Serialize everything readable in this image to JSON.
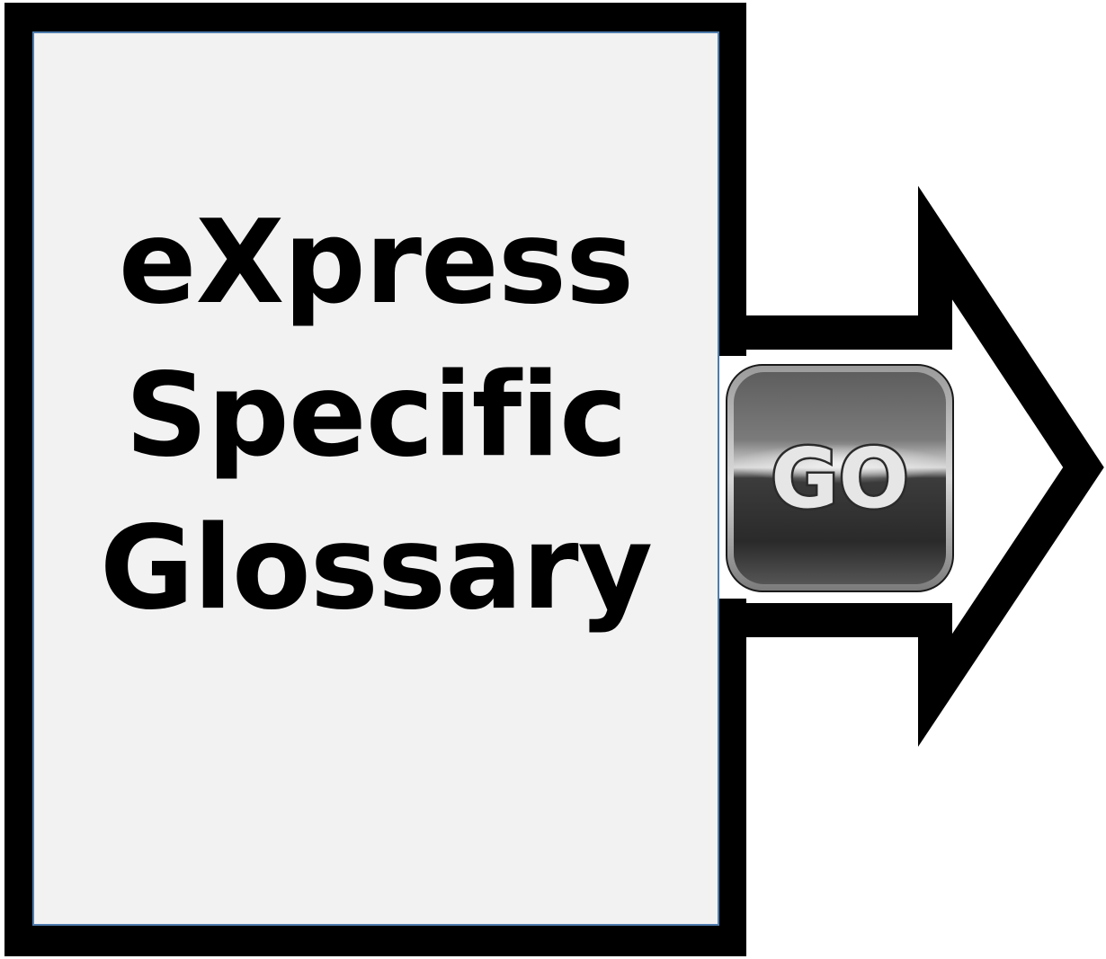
{
  "title": {
    "lines": [
      "eXpress",
      "Specific",
      "Glossary"
    ]
  },
  "go_button": {
    "label": "GO"
  },
  "colors": {
    "frame": "#000000",
    "panel": "#f2f2f2",
    "panel_border": "#4f7cae",
    "button_face": "#3a3a3a",
    "button_text": "#e6e6e6"
  },
  "icons": {
    "arrow": "right-arrow-icon"
  }
}
